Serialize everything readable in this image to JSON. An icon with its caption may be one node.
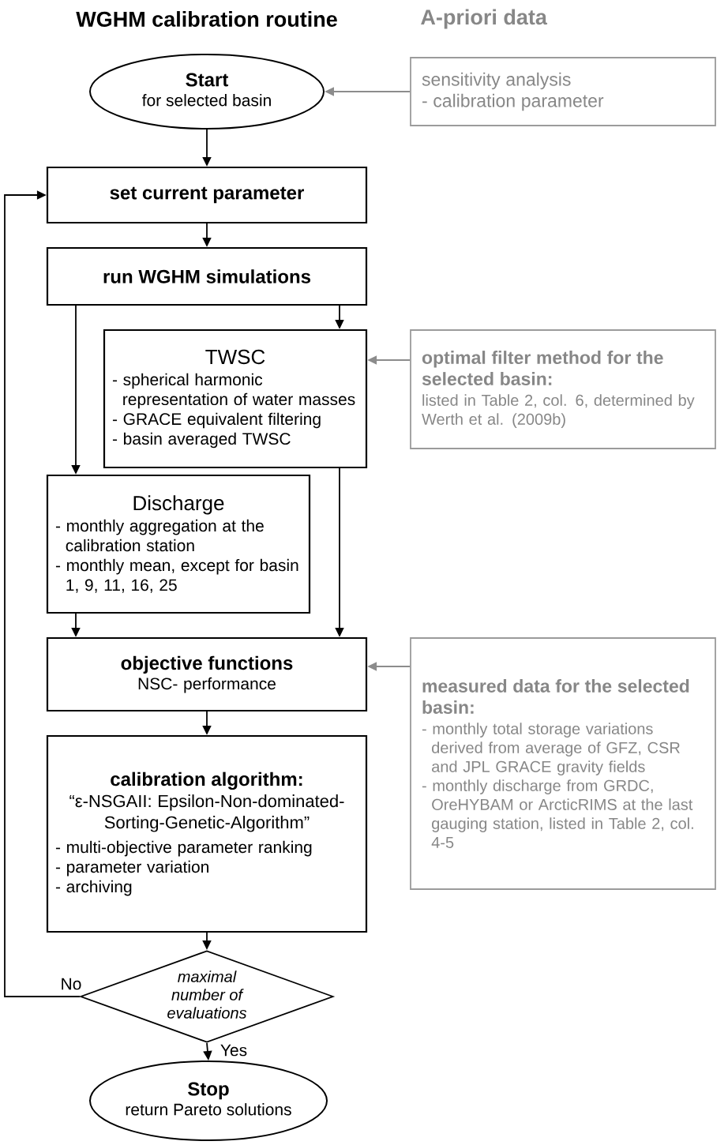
{
  "diagram": {
    "nodes": [
      {
        "text": [
          "Start",
          "for selected basin"
        ]
      },
      {
        "text": [
          "sensitivity analysis",
          "- calibration parameter"
        ]
      },
      {
        "text": [
          "set current parameter"
        ]
      },
      {
        "text": [
          "run WGHM simulations"
        ]
      },
      {
        "text": [
          "TWSC",
          "- spherical harmonic representation of water masses",
          "- GRACE equivalent filtering",
          "- basin averaged TWSC"
        ]
      },
      {
        "text": [
          "optimal filter method for the selected basin:",
          "listed in Table 2, col. 6, determined by Werth et al. (2009b)"
        ]
      },
      {
        "text": [
          "Discharge",
          "- monthly aggregation at the calibration station",
          "- monthly mean, except for basin 1, 9, 11, 16, 25"
        ]
      },
      {
        "text": [
          "objective functions",
          "NSC- performance"
        ]
      },
      {
        "text": [
          "measured data for the selected basin:",
          "- monthly total storage variations derived from average of GFZ, CSR and JPL GRACE gravity fields",
          "- monthly discharge from GRDC, OreHYBAM or ArcticRIMS at the last gauging station, listed in Table 2, col. 4-5"
        ]
      },
      {
        "text": [
          "calibration algorithm:",
          "“ε-NSGAII: Epsilon-Non-dominated-Sorting-Genetic-Algorithm”",
          "- multi-objective parameter ranking",
          "- parameter variation",
          "- archiving"
        ]
      },
      {
        "text": [
          "maximal number of evaluations"
        ]
      },
      {
        "text": [
          "Stop",
          "return Pareto solutions"
        ]
      }
    ],
    "edges": [
      {
        "from": 0,
        "to": 2,
        "arrow": "to"
      },
      {
        "from": 1,
        "to": 0,
        "arrow": "to",
        "color": "#8c8c8c"
      },
      {
        "from": 2,
        "to": 3,
        "arrow": "to"
      },
      {
        "from": 3,
        "to": 4,
        "arrow": "to"
      },
      {
        "from": 3,
        "to": 6,
        "arrow": "to"
      },
      {
        "from": 4,
        "to": 7,
        "arrow": "to"
      },
      {
        "from": 5,
        "to": 4,
        "arrow": "to",
        "color": "#8c8c8c"
      },
      {
        "from": 6,
        "to": 7,
        "arrow": "to"
      },
      {
        "from": 8,
        "to": 7,
        "arrow": "to",
        "color": "#8c8c8c"
      },
      {
        "from": 7,
        "to": 9,
        "arrow": "to"
      },
      {
        "from": 9,
        "to": 10,
        "arrow": "to"
      },
      {
        "from": 10,
        "to": 2,
        "arrow": "to",
        "label": "No"
      },
      {
        "from": 10,
        "to": 11,
        "arrow": "to",
        "label": "Yes"
      }
    ],
    "labels": [
      "WGHM calibration routine",
      "A-priori data"
    ]
  }
}
